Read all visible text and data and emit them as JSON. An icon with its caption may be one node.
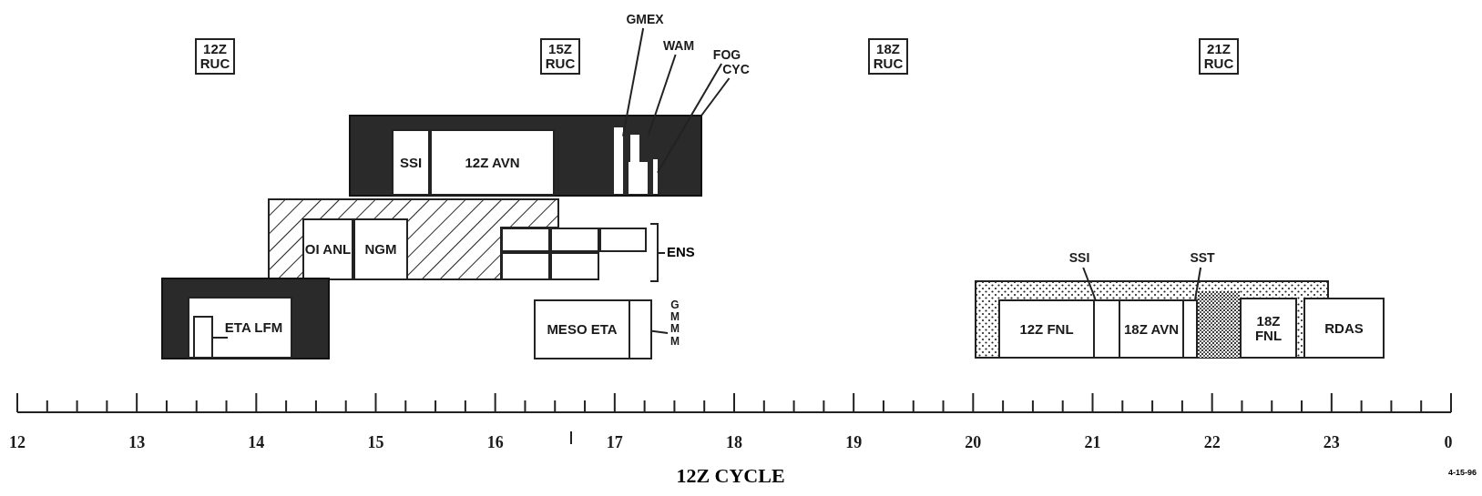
{
  "diagram": {
    "nodes": [
      {
        "text": [
          "12Z RUC"
        ]
      },
      {
        "text": [
          "15Z RUC"
        ]
      },
      {
        "text": [
          "GMEX"
        ]
      },
      {
        "text": [
          "18Z RUC"
        ]
      },
      {
        "text": [
          "21Z RUC"
        ]
      },
      {
        "text": [
          "WAM"
        ]
      },
      {
        "text": [
          "FOG"
        ]
      },
      {
        "text": [
          "CYC"
        ]
      },
      {
        "text": [],
        "shape": "bar"
      },
      {
        "text": [
          "SSI"
        ],
        "in": 8
      },
      {
        "text": [
          "12Z AVN"
        ],
        "in": 8
      },
      {
        "text": [],
        "shape": "bar",
        "in": 8
      },
      {
        "text": [],
        "shape": "bar",
        "in": 8
      },
      {
        "text": [],
        "shape": "bar",
        "in": 8
      },
      {
        "text": [],
        "shape": "bar"
      },
      {
        "text": [
          "OI ANL"
        ],
        "in": 14
      },
      {
        "text": [
          "NGM"
        ],
        "in": 14
      },
      {
        "text": [],
        "shape": "box"
      },
      {
        "text": [],
        "shape": "box"
      },
      {
        "text": [],
        "shape": "box"
      },
      {
        "text": [],
        "shape": "box"
      },
      {
        "text": [],
        "shape": "box"
      },
      {
        "text": [
          "SSI"
        ]
      },
      {
        "text": [
          "SST"
        ]
      },
      {
        "text": [],
        "shape": "bar"
      },
      {
        "text": [
          "ETA LFM"
        ],
        "in": 24
      },
      {
        "text": [
          "MESO ETA"
        ]
      },
      {
        "text": [],
        "shape": "box"
      },
      {
        "text": [
          "GMMM"
        ]
      },
      {
        "text": [],
        "shape": "bar"
      },
      {
        "text": [
          "12Z FNL"
        ],
        "in": 29
      },
      {
        "text": [],
        "shape": "box",
        "in": 29
      },
      {
        "text": [
          "18Z AVN"
        ],
        "in": 29
      },
      {
        "text": [],
        "shape": "box",
        "in": 29
      },
      {
        "text": [
          "18Z FNL"
        ],
        "in": 29
      },
      {
        "text": [
          "RDAS"
        ]
      },
      {
        "text": [],
        "shape": "bar",
        "in": 29
      }
    ],
    "edges": [
      {
        "from": 2,
        "to": 11,
        "arrow": "none"
      },
      {
        "from": 5,
        "to": 12,
        "arrow": "none"
      },
      {
        "from": 6,
        "to": 13,
        "arrow": "none"
      },
      {
        "from": 7,
        "to": 8,
        "arrow": "none"
      },
      {
        "from": 22,
        "to": 31,
        "arrow": "none"
      },
      {
        "from": 23,
        "to": 33,
        "arrow": "none"
      },
      {
        "from": 28,
        "to": 27,
        "arrow": "none"
      }
    ],
    "labels": [
      "ENS",
      "12",
      "13",
      "14",
      "15",
      "16",
      "17",
      "18",
      "19",
      "20",
      "21",
      "22",
      "23",
      "0",
      "12Z CYCLE",
      "4-15-96"
    ]
  }
}
